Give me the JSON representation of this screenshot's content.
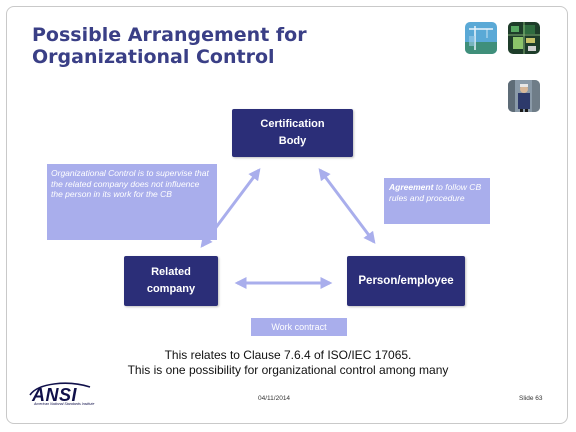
{
  "slide": {
    "title_line1": "Possible Arrangement for",
    "title_line2": "Organizational Control",
    "photos": [
      "construction-crane-photo",
      "circuit-board-photo",
      "worker-photo"
    ]
  },
  "diagram": {
    "certification_body_line1": "Certification",
    "certification_body_line2": "Body",
    "related_company_line1": "Related",
    "related_company_line2": "company",
    "person_employee": "Person/employee",
    "org_control_note": "Organizational Control is to supervise that the related company does not influence the person in its work for the CB",
    "agreement_bold": "Agreement",
    "agreement_rest": " to follow CB rules and procedure",
    "work_contract": "Work contract"
  },
  "caption": {
    "line1": "This relates to Clause 7.6.4 of ISO/IEC 17065.",
    "line2": "This is one possibility for organizational control among many"
  },
  "footer": {
    "logo_text": "ANSI",
    "logo_tagline": "American National Standards Institute",
    "date": "04/11/2014",
    "slide_number": "Slide 63"
  },
  "colors": {
    "title": "#3a3f86",
    "box_fill": "#2b2e78",
    "note_fill": "#a9aeec",
    "arrow": "#a9aeec"
  }
}
